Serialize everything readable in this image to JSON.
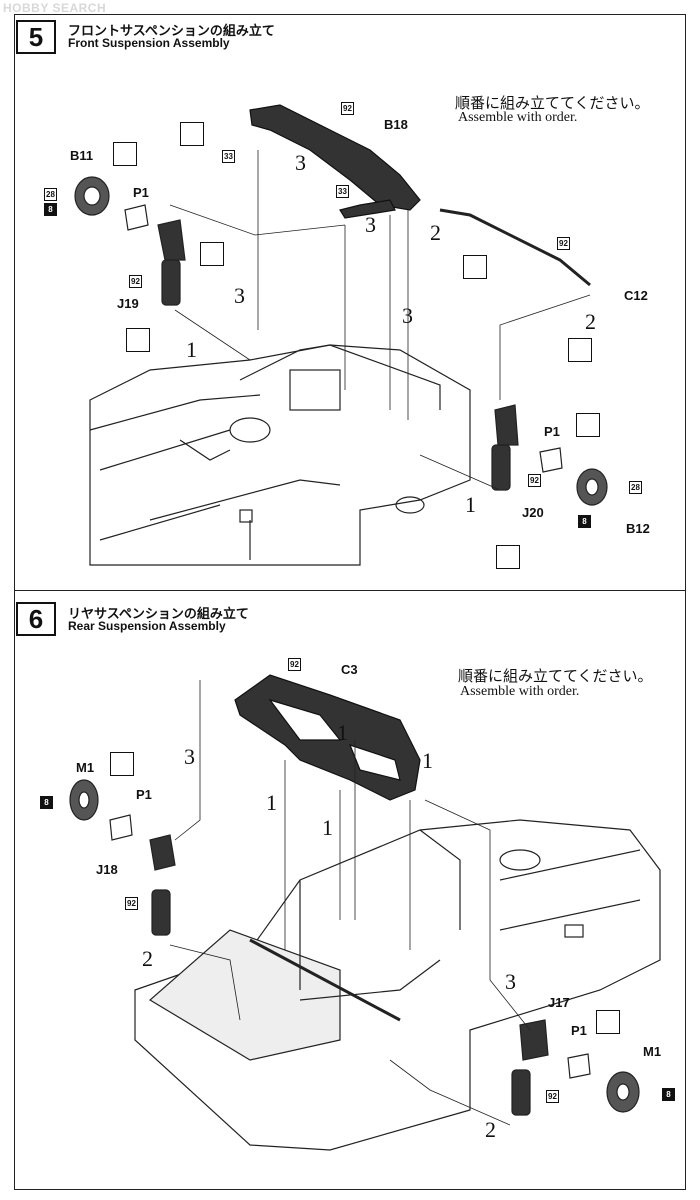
{
  "watermark": "HOBBY SEARCH",
  "steps": [
    {
      "number": "5",
      "title_jp": "フロントサスペンションの組み立て",
      "title_en": "Front Suspension Assembly",
      "note_jp": "順番に組み立ててください。",
      "note_en": "Assemble with order.",
      "parts": [
        "B11",
        "P1",
        "B18",
        "J19",
        "C12",
        "P1",
        "J20",
        "B12"
      ],
      "paint_codes": [
        "92",
        "33",
        "33",
        "28",
        "8",
        "92",
        "92",
        "92",
        "28",
        "8"
      ],
      "order_marks": [
        "3",
        "3",
        "3",
        "3",
        "2",
        "2",
        "1",
        "1"
      ]
    },
    {
      "number": "6",
      "title_jp": "リヤサスペンションの組み立て",
      "title_en": "Rear Suspension Assembly",
      "note_jp": "順番に組み立ててください。",
      "note_en": "Assemble with order.",
      "parts": [
        "C3",
        "M1",
        "P1",
        "J18",
        "J17",
        "P1",
        "M1"
      ],
      "paint_codes": [
        "92",
        "8",
        "92",
        "92",
        "8"
      ],
      "order_marks": [
        "3",
        "1",
        "1",
        "1",
        "1",
        "2",
        "3",
        "2"
      ]
    }
  ]
}
